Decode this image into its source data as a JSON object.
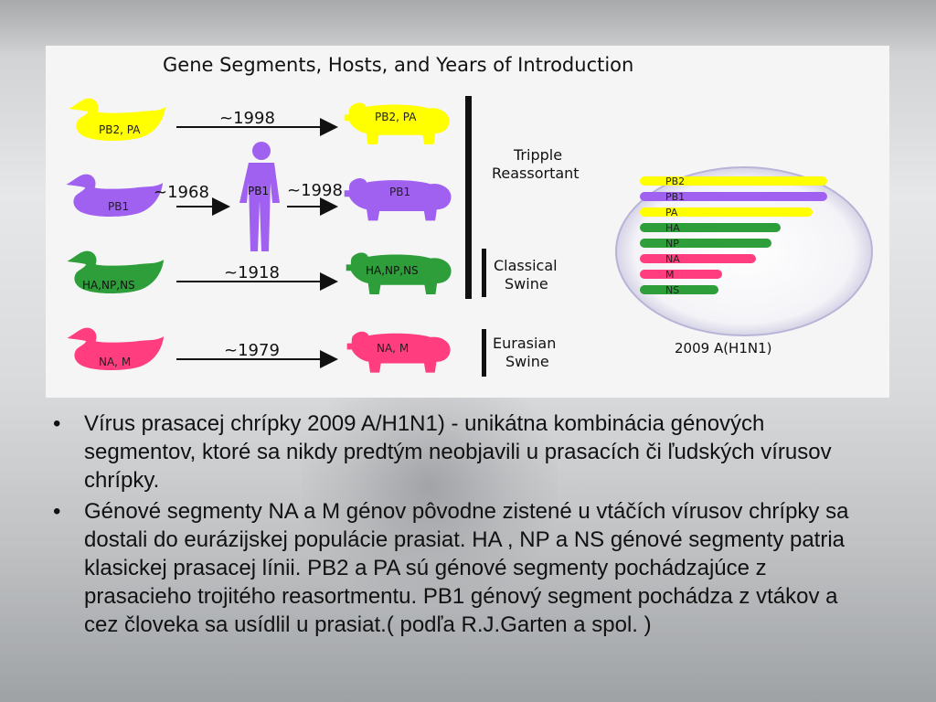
{
  "figure": {
    "title": "Gene Segments, Hosts, and Years of Introduction",
    "rows": [
      {
        "source_label": "PB2, PA",
        "color": "#ffff00",
        "years": [
          "~1998"
        ],
        "target_label": "PB2, PA"
      },
      {
        "source_label": "PB1",
        "color": "#a060f0",
        "years": [
          "~1968",
          "~1998"
        ],
        "human_label": "PB1",
        "target_label": "PB1"
      },
      {
        "source_label": "HA,NP,NS",
        "color": "#2e9e3a",
        "years": [
          "~1918"
        ],
        "target_label": "HA,NP,NS"
      },
      {
        "source_label": "NA, M",
        "color": "#ff3d7f",
        "years": [
          "~1979"
        ],
        "target_label": "NA, M"
      }
    ],
    "groups": [
      {
        "label_line1": "Tripple",
        "label_line2": "Reassortant"
      },
      {
        "label_line1": "Classical",
        "label_line2": "Swine"
      },
      {
        "label_line1": "Eurasian",
        "label_line2": "Swine"
      }
    ],
    "virus": {
      "label": "2009 A(H1N1)",
      "segments": [
        {
          "name": "PB2",
          "color": "#ffff00",
          "length": 1.0
        },
        {
          "name": "PB1",
          "color": "#a060f0",
          "length": 1.0
        },
        {
          "name": "PA",
          "color": "#ffff00",
          "length": 0.92
        },
        {
          "name": "HA",
          "color": "#2e9e3a",
          "length": 0.75
        },
        {
          "name": "NP",
          "color": "#2e9e3a",
          "length": 0.7
        },
        {
          "name": "NA",
          "color": "#ff3d7f",
          "length": 0.62
        },
        {
          "name": "M",
          "color": "#ff3d7f",
          "length": 0.44
        },
        {
          "name": "NS",
          "color": "#2e9e3a",
          "length": 0.42
        }
      ]
    }
  },
  "bullets": [
    "Vírus prasacej chrípky 2009 A/H1N1) - unikátna kombinácia génových segmentov, ktoré sa nikdy predtým neobjavili u prasacích či ľudských vírusov chrípky.",
    "Génové segmenty NA a M génov pôvodne zistené u vtáčích vírusov chrípky sa dostali do eurázijskej populácie prasiat. HA , NP a NS génové segmenty patria klasickej prasacej línii. PB2 a PA sú génové segmenty pochádzajúce z prasacieho trojitého reasortmentu. PB1 génový segment pochádza z vtákov a cez človeka sa usídlil u prasiat.( podľa R.J.Garten a spol. )"
  ],
  "bullet_glyph": "•"
}
